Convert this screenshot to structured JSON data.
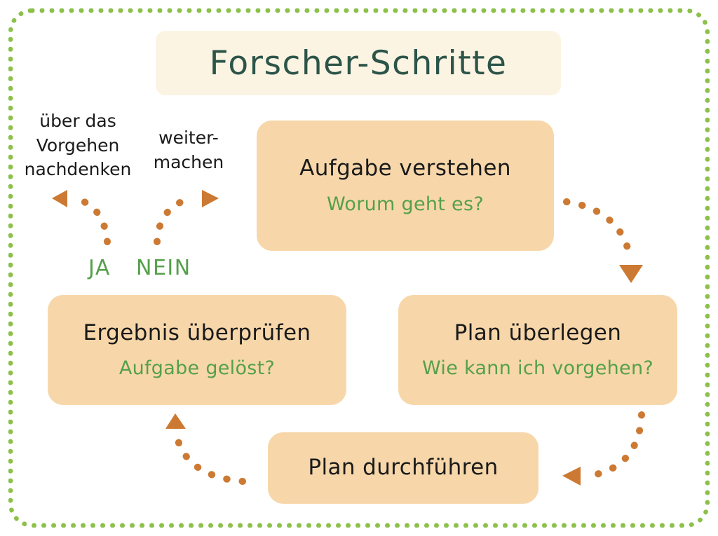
{
  "page": {
    "title": "Forscher-Schritte",
    "language": "de"
  },
  "colors": {
    "frame_green": "#8CC04A",
    "title_text": "#2C5449",
    "title_background": "#FCF4E2",
    "box_background": "#F7D7AA",
    "box_title_text": "#1A1A1A",
    "box_subtitle_green": "#55A04A",
    "arrow_orange": "#CC7A33",
    "page_background": "#FFFFFF"
  },
  "steps": [
    {
      "id": "understand",
      "title": "Aufgabe verstehen",
      "subtitle": "Worum geht es?"
    },
    {
      "id": "plan",
      "title": "Plan überlegen",
      "subtitle": "Wie kann ich vorgehen?"
    },
    {
      "id": "execute",
      "title": "Plan durchführen",
      "subtitle": ""
    },
    {
      "id": "check",
      "title": "Ergebnis überprüfen",
      "subtitle": "Aufgabe gelöst?"
    }
  ],
  "notes": {
    "reflect": "über das\nVorgehen\nnachdenken",
    "continue": "weiter-\nmachen"
  },
  "decisions": {
    "yes": "JA",
    "no": "NEIN"
  },
  "arrows": [
    {
      "id": "understand-to-plan",
      "from": "Aufgabe verstehen",
      "to": "Plan überlegen",
      "direction": "down"
    },
    {
      "id": "plan-to-execute",
      "from": "Plan überlegen",
      "to": "Plan durchführen",
      "direction": "left"
    },
    {
      "id": "execute-to-check",
      "from": "Plan durchführen",
      "to": "Ergebnis überprüfen",
      "direction": "up"
    },
    {
      "id": "check-yes-out",
      "from": "Ergebnis überprüfen",
      "to": "über das Vorgehen nachdenken",
      "direction": "left"
    },
    {
      "id": "check-no-out",
      "from": "Ergebnis überprüfen",
      "to": "weiter-machen",
      "direction": "right"
    }
  ]
}
